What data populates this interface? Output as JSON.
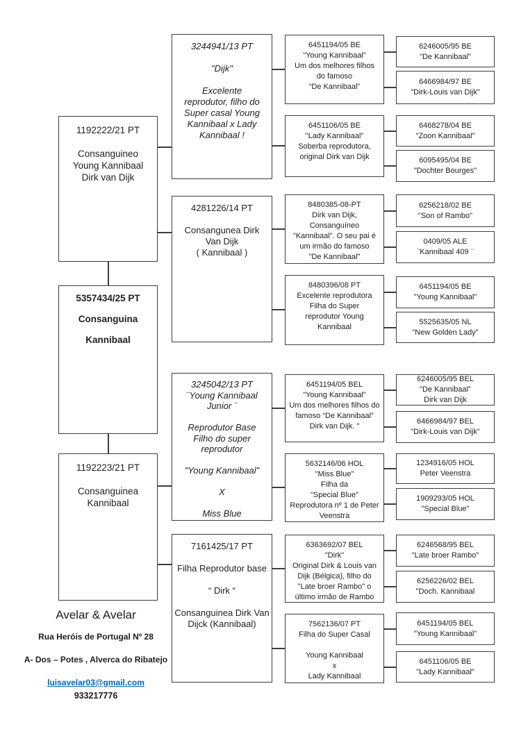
{
  "colors": {
    "link": "#0563C1",
    "line": "#3c3c3c"
  },
  "subject": "5357434/25 PT\n\nConsanguina\n\nKannibaal",
  "parents": [
    "1192222/21 PT\n\nConsanguineo\nYoung Kannibaal\nDirk van Dijk",
    "1192223/21 PT\n\nConsanguinea\nKannibaal"
  ],
  "grandparents": [
    "3244941/13 PT\n\n\"Dijk\"\n\nExcelente\nreprodutor, filho do\nSuper casal Young\nKannibaal x Lady\nKannibaal !",
    "4281226/14 PT\n\nConsangunea Dirk\nVan Dijk\n( Kannibaal )",
    "3245042/13 PT\n¨Young Kannibaal\nJunior ¨\n\nReprodutor Base\nFilho do super\nreprodutor\n\n\"Young Kannibaal\"\n\nX\n\nMiss Blue",
    "7161425/17 PT\n\nFilha Reprodutor base\n\n“ Dirk “\n\nConsanguinea Dirk Van\nDijck (Kannibaal)"
  ],
  "great_grandparents": [
    "6451194/05 BE\n\"Young Kannibaal\"\nUm dos melhores filhos\ndo famoso\n“De Kannibaal”",
    "6451106/05 BE\n\"Lady Kannibaal\"\nSoberba reprodutora,\noriginal Dirk van Dijk",
    "8480385-08-PT\nDirk van Dijk,\nConsanguíneo\n\"Kannibaal\". O seu pai é\num irmão do famoso\n\"De Kannibaal\"",
    "8480396/08 PT\nExcelente reprodutora\nFilha do Super\nreprodutor Young\nKannibaal",
    "6451194/05 BEL\n\"Young Kannibaal\"\nUm dos melhores filhos do\nfamoso “De Kannibaal”\nDirk van Dijk. \"",
    "5632146/06 HOL\n\"Miss Blue\"\nFilha da\n\"Special Blue\"\nReprodutora nº 1 de Peter\nVeenstra",
    "6363692/07 BEL\n\"Dirk\"\nOriginal Dirk & Louis van\nDijk (Bélgica), filho do\n\"Late broer Rambo\" o\núltimo irmão de Rambo",
    "7562136/07 PT\nFilha do Super Casal\n\nYoung Kannibaal\nx\nLady Kannibaal"
  ],
  "gg_grandparents": [
    "6246005/95 BE\n\"De Kannibaal\"",
    "6466984/97 BE\n\"Dirk-Louis van Dijk\"",
    "6468278/04 BE\n\"Zoon Kannibaal\"",
    "6095495/04 BE\n\"Dochter Bourges\"",
    "6256218/02 BE\n\"Son of Rambo\"",
    "0409/05 ALE\n¨Kannibaal 409 ¨",
    "6451194/05 BE\n\"Young Kannibaal\"",
    "5525635/05 NL\n\"New Golden Lady\"",
    "6246005/95 BEL\n\"De Kannibaal\"\nDirk van Dijk",
    "6466984/97 BEL\n\"Dirk-Louis van Dijk\"",
    "1234916/05 HOL\nPeter Veenstra",
    "1909293/05 HOL\n\"Special Blue\"",
    "6246568/95 BEL\n\"Late broer Rambo\"",
    "6256226/02 BEL\n\"Doch. Kannibaal",
    "6451194/05 BEL\n\"Young Kannibaal\"",
    "6451106/05 BE\n\"Lady Kannibaal\""
  ],
  "footer": {
    "name": "Avelar & Avelar",
    "address_line1": "Rua Heróis de Portugal  Nº 28",
    "address_line2": "A- Dos – Potes  , Alverca do Ribatejo",
    "email": "luisavelar03@gmail.com",
    "phone": "933217776"
  }
}
